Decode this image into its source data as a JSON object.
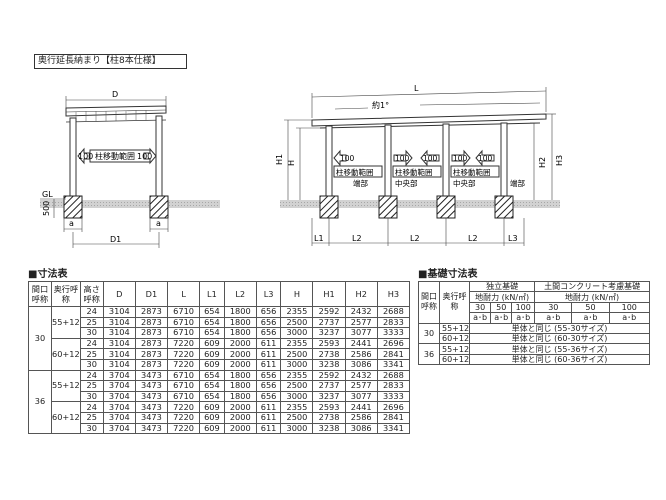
{
  "title": "奥行延長納まり【柱8本仕様】",
  "diagram": {
    "side": {
      "D": "D",
      "D1": "D1",
      "a": "a",
      "GL": "GL",
      "h500": "500",
      "move_range": "柱移動範囲",
      "n100": "100"
    },
    "front": {
      "L": "L",
      "slope": "約1°",
      "H": "H",
      "H1": "H1",
      "H2": "H2",
      "H3": "H3",
      "L1": "L1",
      "L2": "L2",
      "L3": "L3",
      "move_range": "柱移動範囲",
      "n100": "100",
      "end": "端部",
      "center": "中央部"
    }
  },
  "dimension_table": {
    "section_title": "■寸法表",
    "headers": {
      "col1": "間口呼称",
      "col2": "奥行呼称",
      "col3": "高さ呼称",
      "cols": [
        "D",
        "D1",
        "L",
        "L1",
        "L2",
        "L3",
        "H",
        "H1",
        "H2",
        "H3"
      ]
    },
    "groups": [
      {
        "width": "30",
        "subs": [
          {
            "depth": "55+12",
            "rows": [
              [
                "24",
                "3104",
                "2873",
                "6710",
                "654",
                "1800",
                "656",
                "2355",
                "2592",
                "2432",
                "2688"
              ],
              [
                "25",
                "3104",
                "2873",
                "6710",
                "654",
                "1800",
                "656",
                "2500",
                "2737",
                "2577",
                "2833"
              ],
              [
                "30",
                "3104",
                "2873",
                "6710",
                "654",
                "1800",
                "656",
                "3000",
                "3237",
                "3077",
                "3333"
              ]
            ]
          },
          {
            "depth": "60+12",
            "rows": [
              [
                "24",
                "3104",
                "2873",
                "7220",
                "609",
                "2000",
                "611",
                "2355",
                "2593",
                "2441",
                "2696"
              ],
              [
                "25",
                "3104",
                "2873",
                "7220",
                "609",
                "2000",
                "611",
                "2500",
                "2738",
                "2586",
                "2841"
              ],
              [
                "30",
                "3104",
                "2873",
                "7220",
                "609",
                "2000",
                "611",
                "3000",
                "3238",
                "3086",
                "3341"
              ]
            ]
          }
        ]
      },
      {
        "width": "36",
        "subs": [
          {
            "depth": "55+12",
            "rows": [
              [
                "24",
                "3704",
                "3473",
                "6710",
                "654",
                "1800",
                "656",
                "2355",
                "2592",
                "2432",
                "2688"
              ],
              [
                "25",
                "3704",
                "3473",
                "6710",
                "654",
                "1800",
                "656",
                "2500",
                "2737",
                "2577",
                "2833"
              ],
              [
                "30",
                "3704",
                "3473",
                "6710",
                "654",
                "1800",
                "656",
                "3000",
                "3237",
                "3077",
                "3333"
              ]
            ]
          },
          {
            "depth": "60+12",
            "rows": [
              [
                "24",
                "3704",
                "3473",
                "7220",
                "609",
                "2000",
                "611",
                "2355",
                "2593",
                "2441",
                "2696"
              ],
              [
                "25",
                "3704",
                "3473",
                "7220",
                "609",
                "2000",
                "611",
                "2500",
                "2738",
                "2586",
                "2841"
              ],
              [
                "30",
                "3704",
                "3473",
                "7220",
                "609",
                "2000",
                "611",
                "3000",
                "3238",
                "3086",
                "3341"
              ]
            ]
          }
        ]
      }
    ]
  },
  "foundation_table": {
    "section_title": "■基礎寸法表",
    "headers": {
      "col1": "間口呼称",
      "col2": "奥行呼称",
      "independent": "独立基礎",
      "soil": "土間コンクリート考慮基礎",
      "bearing": "地耐力 (kN/㎡)",
      "values": [
        "30",
        "50",
        "100",
        "30",
        "50",
        "100"
      ],
      "ab": "a･b"
    },
    "rows": [
      {
        "width": "30",
        "depth": "55+12",
        "text": "単体と同じ (55-30サイズ)"
      },
      {
        "width": "30",
        "depth": "60+12",
        "text": "単体と同じ (60-30サイズ)"
      },
      {
        "width": "36",
        "depth": "55+12",
        "text": "単体と同じ (55-36サイズ)"
      },
      {
        "width": "36",
        "depth": "60+12",
        "text": "単体と同じ (60-36サイズ)"
      }
    ]
  }
}
